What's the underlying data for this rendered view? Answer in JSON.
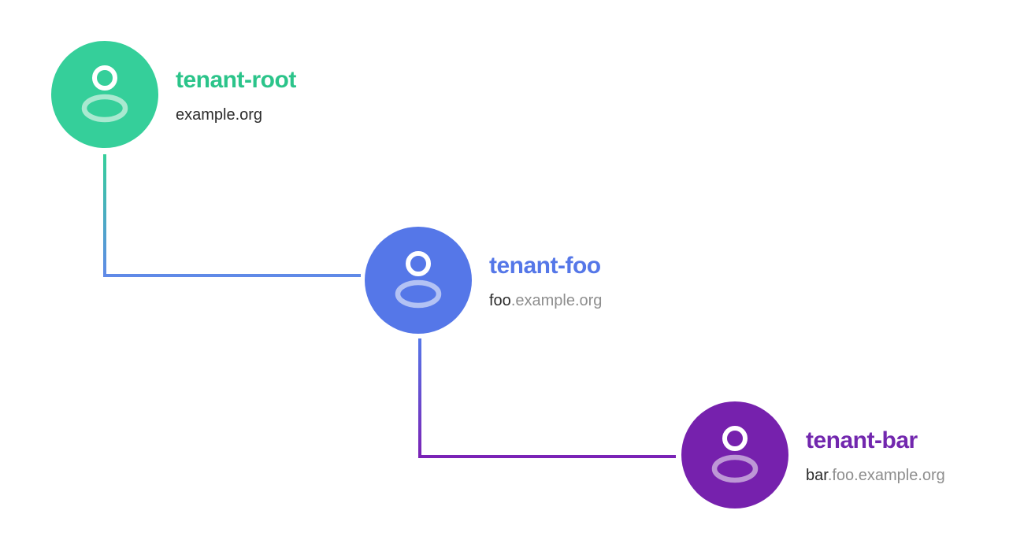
{
  "diagram": {
    "background": "#ffffff",
    "nodes": [
      {
        "id": "tenant-root",
        "label": "tenant-root",
        "domain_highlight": "example.org",
        "domain_muted": "",
        "circle_color": "#35CF9A",
        "label_color": "#2BC48A",
        "avatar_body_color": "#A9E9D0"
      },
      {
        "id": "tenant-foo",
        "label": "tenant-foo",
        "domain_highlight": "foo",
        "domain_muted": ".example.org",
        "circle_color": "#5577E8",
        "label_color": "#5577E8",
        "avatar_body_color": "#B3C2F4"
      },
      {
        "id": "tenant-bar",
        "label": "tenant-bar",
        "domain_highlight": "bar",
        "domain_muted": ".foo.example.org",
        "circle_color": "#7621AD",
        "label_color": "#7227AE",
        "avatar_body_color": "#BD97D6"
      }
    ],
    "connectors": [
      {
        "from": "tenant-root",
        "to": "tenant-foo",
        "start_color": "#35CF9A",
        "end_color": "#6089E8"
      },
      {
        "from": "tenant-foo",
        "to": "tenant-bar",
        "start_color": "#5577E8",
        "end_color": "#7B22B5"
      }
    ],
    "text_colors": {
      "domain_highlight": "#2B2B2B",
      "domain_muted": "#8E8E8E"
    }
  }
}
